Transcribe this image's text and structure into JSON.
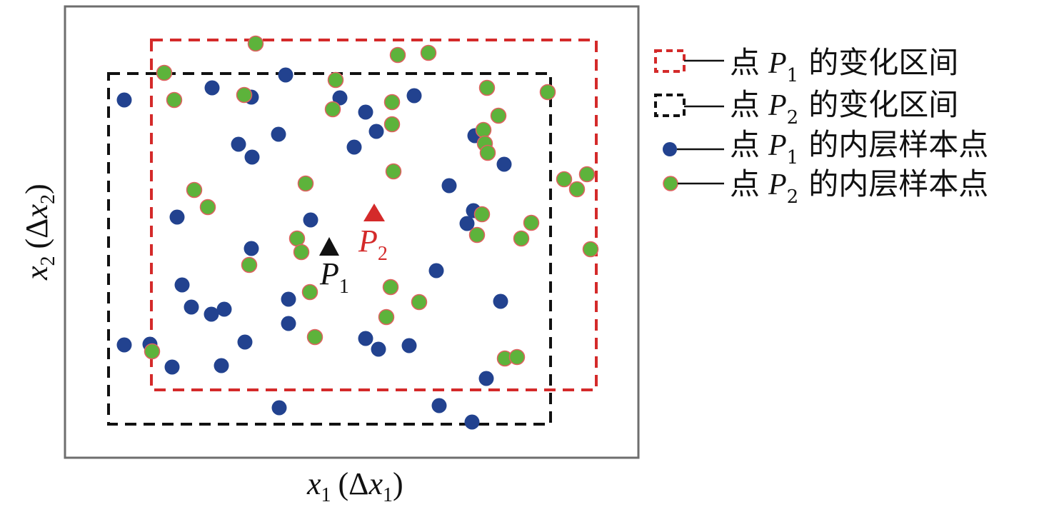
{
  "axes": {
    "x_label": {
      "var": "x",
      "sub": "1",
      "paren_open": "(Δ",
      "var2": "x",
      "sub2": "1",
      "paren_close": ")"
    },
    "y_label": {
      "var": "x",
      "sub": "2",
      "paren_open": "(Δ",
      "var2": "x",
      "sub2": "2",
      "paren_close": ")"
    }
  },
  "points": {
    "p1": {
      "name": "P",
      "sub": "1",
      "color": "#111111"
    },
    "p2": {
      "name": "P",
      "sub": "2",
      "color": "#d42a2a"
    }
  },
  "legend": [
    {
      "kind": "box-red",
      "prefix": "点",
      "name": "P",
      "sub": "1",
      "suffix": "的变化区间"
    },
    {
      "kind": "box-black",
      "prefix": "点",
      "name": "P",
      "sub": "2",
      "suffix": "的变化区间"
    },
    {
      "kind": "dot-blue",
      "prefix": "点",
      "name": "P",
      "sub": "1",
      "suffix": "的内层样本点"
    },
    {
      "kind": "dot-green",
      "prefix": "点",
      "name": "P",
      "sub": "2",
      "suffix": "的内层样本点"
    }
  ],
  "colors": {
    "frame": "#6e6e6e",
    "red_box": "#d42a2a",
    "black_box": "#111111",
    "blue_dot": "#22428f",
    "green_dot": "#5db33b",
    "green_dot_edge": "#e06060"
  }
}
